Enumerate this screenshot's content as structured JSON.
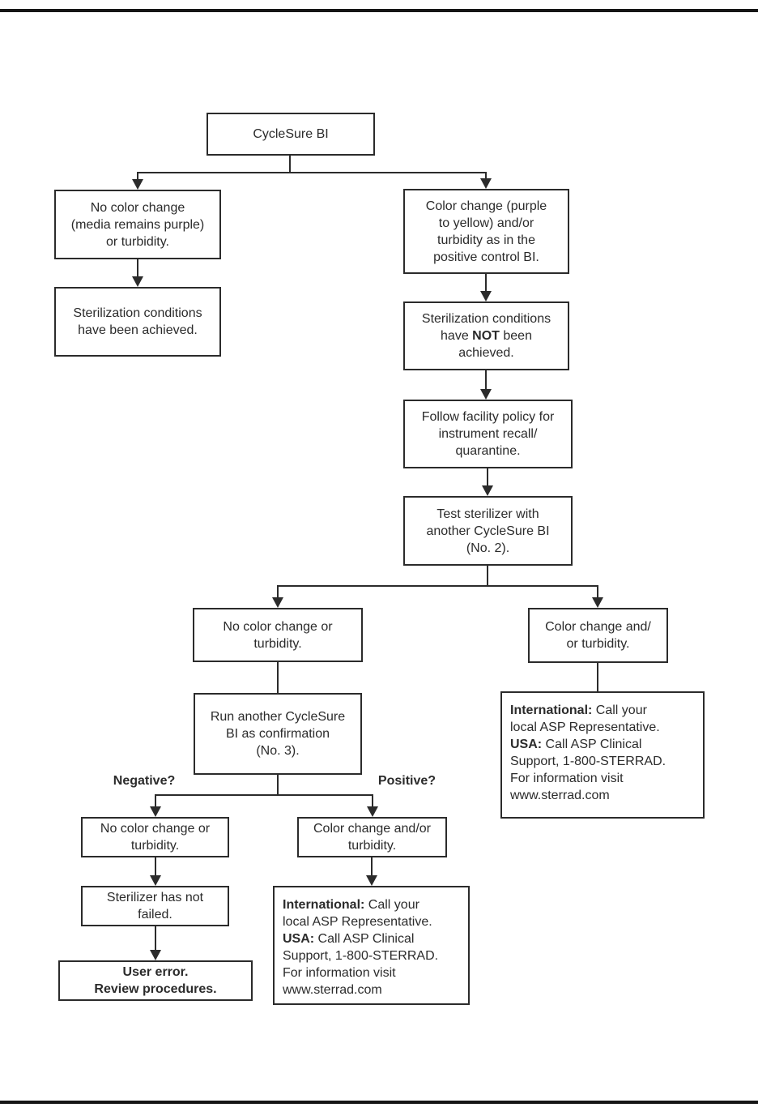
{
  "colors": {
    "ink": "#2b2b2b",
    "rule": "#161616",
    "background": "#ffffff"
  },
  "flowchart": {
    "root": {
      "lines": [
        [
          {
            "t": "CycleSure BI"
          }
        ]
      ]
    },
    "left_branch": {
      "no_color_change": {
        "lines": [
          [
            {
              "t": "No color change"
            }
          ],
          [
            {
              "t": "(media remains purple)"
            }
          ],
          [
            {
              "t": "or turbidity."
            }
          ]
        ]
      },
      "achieved": {
        "lines": [
          [
            {
              "t": "Sterilization conditions"
            }
          ],
          [
            {
              "t": "have been achieved."
            }
          ]
        ]
      }
    },
    "right_branch": {
      "color_change": {
        "lines": [
          [
            {
              "t": "Color change (purple"
            }
          ],
          [
            {
              "t": "to yellow) and/or"
            }
          ],
          [
            {
              "t": "turbidity as in the"
            }
          ],
          [
            {
              "t": "positive control BI."
            }
          ]
        ]
      },
      "not_achieved": {
        "lines": [
          [
            {
              "t": "Sterilization conditions"
            }
          ],
          [
            {
              "t": "have "
            },
            {
              "t": "NOT",
              "b": true
            },
            {
              "t": " been"
            }
          ],
          [
            {
              "t": "achieved."
            }
          ]
        ]
      },
      "follow_policy": {
        "lines": [
          [
            {
              "t": "Follow facility policy for"
            }
          ],
          [
            {
              "t": "instrument recall/"
            }
          ],
          [
            {
              "t": "quarantine."
            }
          ]
        ]
      },
      "test_no2": {
        "lines": [
          [
            {
              "t": "Test sterilizer with"
            }
          ],
          [
            {
              "t": "another CycleSure BI"
            }
          ],
          [
            {
              "t": "(No. 2)."
            }
          ]
        ]
      }
    },
    "retest": {
      "no_color_change": {
        "lines": [
          [
            {
              "t": "No color change or"
            }
          ],
          [
            {
              "t": "turbidity."
            }
          ]
        ]
      },
      "color_change": {
        "lines": [
          [
            {
              "t": "Color change and/"
            }
          ],
          [
            {
              "t": "or turbidity."
            }
          ]
        ]
      },
      "contact_asp": {
        "lines": [
          [
            {
              "t": "International:",
              "b": true
            },
            {
              "t": " Call your"
            }
          ],
          [
            {
              "t": "local ASP Representative."
            }
          ],
          [
            {
              "t": "USA:",
              "b": true
            },
            {
              "t": " Call ASP Clinical"
            }
          ],
          [
            {
              "t": "Support, 1-800-STERRAD."
            }
          ],
          [
            {
              "t": "For information visit"
            }
          ],
          [
            {
              "t": "www.sterrad.com"
            }
          ]
        ]
      }
    },
    "confirmation": {
      "run_no3": {
        "lines": [
          [
            {
              "t": "Run another CycleSure"
            }
          ],
          [
            {
              "t": "BI as confirmation"
            }
          ],
          [
            {
              "t": "(No. 3)."
            }
          ]
        ]
      },
      "negative_label": "Negative?",
      "positive_label": "Positive?",
      "no_color_change": {
        "lines": [
          [
            {
              "t": "No color change or"
            }
          ],
          [
            {
              "t": "turbidity."
            }
          ]
        ]
      },
      "color_change": {
        "lines": [
          [
            {
              "t": "Color change and/or"
            }
          ],
          [
            {
              "t": "turbidity."
            }
          ]
        ]
      },
      "sterilizer_not_failed": {
        "lines": [
          [
            {
              "t": "Sterilizer has not"
            }
          ],
          [
            {
              "t": "failed."
            }
          ]
        ]
      },
      "user_error": {
        "lines": [
          [
            {
              "t": "User error.",
              "b": true
            }
          ],
          [
            {
              "t": "Review procedures.",
              "b": true
            }
          ]
        ]
      },
      "contact_asp": {
        "lines": [
          [
            {
              "t": "International:",
              "b": true
            },
            {
              "t": " Call your"
            }
          ],
          [
            {
              "t": "local ASP Representative."
            }
          ],
          [
            {
              "t": "USA:",
              "b": true
            },
            {
              "t": " Call ASP Clinical"
            }
          ],
          [
            {
              "t": "Support, 1-800-STERRAD."
            }
          ],
          [
            {
              "t": "For information visit"
            }
          ],
          [
            {
              "t": "www.sterrad.com"
            }
          ]
        ]
      }
    }
  }
}
